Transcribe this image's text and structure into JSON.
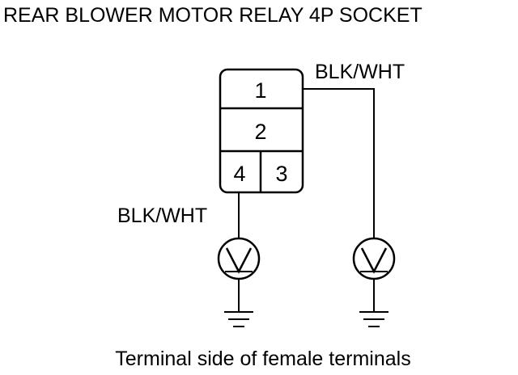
{
  "title": "REAR BLOWER MOTOR RELAY 4P SOCKET",
  "caption": "Terminal side of female terminals",
  "connector": {
    "pins": [
      {
        "id": "1",
        "label": "1"
      },
      {
        "id": "2",
        "label": "2"
      },
      {
        "id": "4",
        "label": "4"
      },
      {
        "id": "3",
        "label": "3"
      }
    ]
  },
  "wires": {
    "pin1": {
      "color_label": "BLK/WHT"
    },
    "pin4": {
      "color_label": "BLK/WHT"
    }
  },
  "meters": {
    "left": {
      "symbol": "V"
    },
    "right": {
      "symbol": "V"
    }
  }
}
